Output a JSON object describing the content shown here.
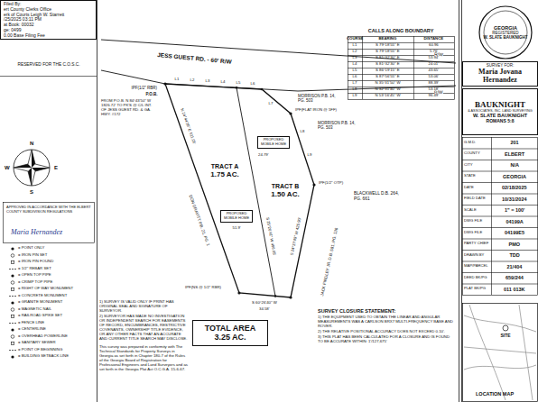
{
  "diagram": {
    "nodes": [
      {
        "text": [
          "Filed By:",
          "ert County Clerks Office",
          "erk of Courts Leigh W. Starrett",
          "/25/2025 03:11 PM",
          "at Book: 00032",
          "ge: 0499",
          "0.00 Base Filing Fee"
        ]
      },
      {
        "text": [
          "CALLS ALONG BOUNDARY"
        ]
      },
      {
        "text": [
          "GEORGIA",
          "REGISTERED",
          "W. SLATE BAUKNIGHT"
        ]
      },
      {
        "text": [
          "SURVEY FOR:",
          "Maria Jovana Hernandez"
        ]
      },
      {
        "text": [
          "BAUKNIGHT",
          "& ASSOCIATES, INC. LAND SURVEYING",
          "W. SLATE BAUKNIGHT",
          "ROMANS 5:8"
        ]
      },
      {
        "text": [
          "TOTAL AREA",
          "3.25 AC."
        ]
      },
      {
        "text": [
          "TRACT B",
          "1.50 AC."
        ]
      },
      {
        "text": [
          "TRACT A",
          "1.75 AC."
        ]
      },
      {
        "text": [
          "PROPOSED MOBILE HOME"
        ]
      },
      {
        "text": [
          "PROPOSED MOBILE HOME"
        ]
      }
    ],
    "labels": [
      "JESS GUEST RD. - 60' R/W",
      "R/W",
      "R/W",
      "IPF(1/2\" RBR)",
      "P.O.B.",
      "FROM P.O.B. N 84°43'50\" W 1826.72' TO PK'S @ C/L INT. OF JESS GUEST RD. & GA. HWY. #172",
      "L1",
      "L2",
      "L3",
      "L4",
      "L5",
      "L6",
      "L7",
      "L8",
      "L9",
      "MORRISON P.B. 14, PG. 503",
      "MORRISON P.B. 14, PG. 503",
      "IPF(FLAT IRON @ 5FF)",
      "IPF(1/2\" OTP)",
      "BLACKWELL D.B. 264, PG. 661",
      "JACK FINDLEY JR. D.B. 581, PG. 136",
      "DON GRAVITT P.B. 21, PG. 1",
      "N 24°44'36\" E 511.05'",
      "S 25°26'41\" W 496.65'",
      "S 24°37'40\" W 425.90'",
      "S 60°26'40\" W",
      "34.58'",
      "IPF(NS @ 1/2\" RBR)",
      "24.79'",
      "51.9'",
      "COURSE",
      "BEARING",
      "DISTANCE",
      "L1",
      "S 79°18'55\" E",
      "60.96",
      "L2",
      "S 79°18'55\" E",
      "5.76'",
      "L3",
      "S 81°32'30\" E",
      "53.94'",
      "L4",
      "S 81°32'30\" E",
      "24.01'",
      "L5",
      "S 86°19'15\" E",
      "43.65'",
      "L6",
      "S 87°56'55\" E",
      "53.06'",
      "L7",
      "N 35°31'50\" W",
      "88.39'",
      "L8",
      "N 32°31'40\" W",
      "53.18'",
      "L9",
      "N 53°16'45\" W",
      "96.49'",
      "G.M.D.",
      "201",
      "COUNTY",
      "ELBERT",
      "CITY",
      "N/A",
      "STATE",
      "GEORGIA",
      "DATE",
      "02/18/2025",
      "FIELD DATE",
      "10/31/2024",
      "SCALE",
      "1\" = 100'",
      "DWG FILE",
      "04199A",
      "DWG FILE",
      "04199E5",
      "PARTY CHIEF",
      "PMO",
      "DRAWN BY",
      "TDD",
      "MAP/PARCEL",
      "21/404",
      "DEED BK/PG",
      "659/244",
      "PLAT BK/PG",
      "011 013K",
      "RESERVED FOR THE C.O.S.C.",
      "W",
      "E",
      "N",
      "S",
      "APPROVED IN ACCORDANCE WITH THE ELBERT COUNTY SUBDIVISION REGULATIONS",
      "Maria Hernandez",
      "1) SURVEY IS VALID ONLY IF PRINT HAS ORIGINAL SEAL AND SIGNATURE OF SURVEYOR.",
      "2) SURVEYOR HAS MADE NO INVESTIGATION OR INDEPENDENT SEARCH FOR EASEMENTS OF RECORD, ENCUMBRANCES, RESTRICTIVE COVENANTS, OWNERSHIP TITLE EVIDENCE, OR ANY OTHER FACTS THAT AN ACCURATE AND CURRENT TITLE SEARCH MAY DISCLOSE.",
      "This survey was prepared in conformity with The Technical Standards for Property Surveys in Georgia as set forth in Chapter 180-7 of the Rules of the Georgia Board of Registration for Professional Engineers and Land Surveyors and as set forth in the Georgia Plat Act O.C.G.A. 15-6-67.",
      "SURVEY CLOSURE STATEMENT:",
      "1) THE EQUIPMENT USED TO OBTAIN THE LINEAR AND ANGULAR MEASUREMENTS WAS A CARLSON BRX7 MULTI-FREQUENCY BASE AND ROVER.",
      "2) THE RELATIVE POSITIONAL ACCURACY DOES NOT EXCEED 0.10'.",
      "3) THIS PLAT HAS BEEN CALCULATED FOR A CLOSURE AND IS FOUND TO BE ACCURATE WITHIN: 1'/127,675'",
      "LOCATION MAP",
      "SITE"
    ],
    "legend": [
      {
        "text": "= POINT ONLY"
      },
      {
        "text": "= IRON PIN SET"
      },
      {
        "text": "= IRON PIN FOUND"
      },
      {
        "text": "= 1/2\" REBAR SET"
      },
      {
        "text": "= OPEN TOP PIPE"
      },
      {
        "text": "= CRIMP TOP PIPE"
      },
      {
        "text": "= RIGHT OF WAY MONUMENT"
      },
      {
        "text": "= CONCRETE MONUMENT"
      },
      {
        "text": "= GRANITE MONUMENT"
      },
      {
        "text": "= MAGNETIC NAIL"
      },
      {
        "text": "= RAILROAD SPIKE SET"
      },
      {
        "text": "= FENCE LINE"
      },
      {
        "text": "= CENTERLINE"
      },
      {
        "text": "= OVERHEAD POWERLINE"
      },
      {
        "text": "= SANITARY SEWER"
      },
      {
        "text": "= POINT OF BEGINNING"
      },
      {
        "text": "= BUILDING SETBACK LINE"
      }
    ]
  }
}
